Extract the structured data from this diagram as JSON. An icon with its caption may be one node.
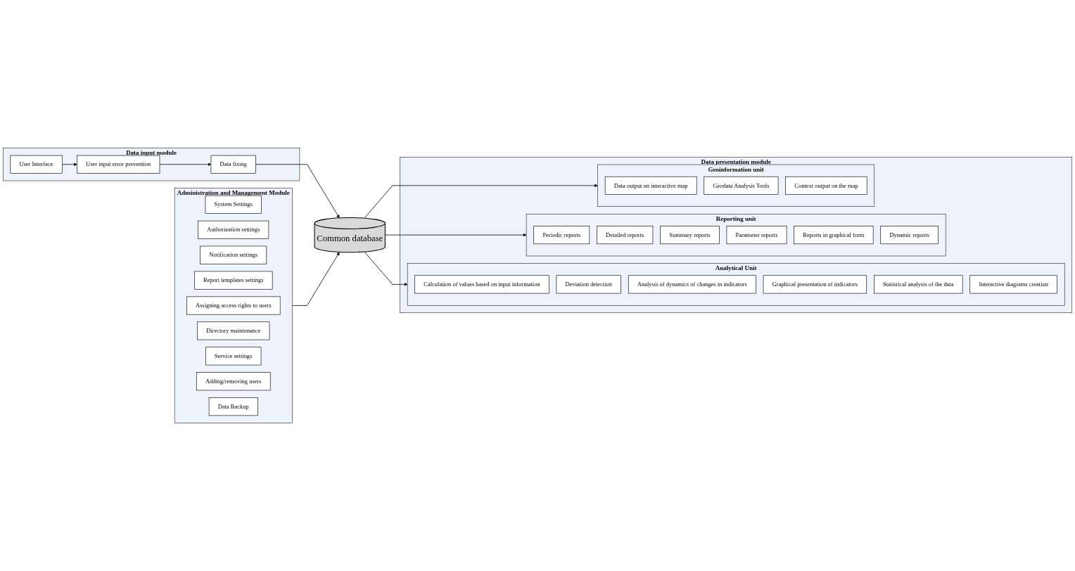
{
  "diagram": {
    "nodes": [
      {
        "text": [
          "Administration and Management Module"
        ]
      },
      {
        "text": [
          "System Settings"
        ],
        "in": 0
      },
      {
        "text": [
          "Authorization settings"
        ],
        "in": 0
      },
      {
        "text": [
          "Notification settings"
        ],
        "in": 0
      },
      {
        "text": [
          "Report templates settings"
        ],
        "in": 0
      },
      {
        "text": [
          "Assigning access rights to users"
        ],
        "in": 0
      },
      {
        "text": [
          "Directory maintenance"
        ],
        "in": 0
      },
      {
        "text": [
          "Service settings"
        ],
        "in": 0
      },
      {
        "text": [
          "Adding/removing users"
        ],
        "in": 0
      },
      {
        "text": [
          "Data Backup"
        ],
        "in": 0
      },
      {
        "text": [
          "Data input module"
        ]
      },
      {
        "text": [
          "User Interface"
        ],
        "in": 10
      },
      {
        "text": [
          "User input error prevention"
        ],
        "in": 10
      },
      {
        "text": [
          "Data fixing"
        ],
        "in": 10
      },
      {
        "text": [
          "Common database"
        ]
      },
      {
        "text": [
          "Data presentation module"
        ]
      },
      {
        "text": [
          "Analytical Unit"
        ],
        "in": 15
      },
      {
        "text": [
          "Calculation of values based on input information"
        ],
        "in": 16
      },
      {
        "text": [
          "Deviation detection"
        ],
        "in": 16
      },
      {
        "text": [
          "Analysis of dynamics of changes in indicators"
        ],
        "in": 16
      },
      {
        "text": [
          "Graphical presentation of indicators"
        ],
        "in": 16
      },
      {
        "text": [
          "Statistical analysis of the data"
        ],
        "in": 16
      },
      {
        "text": [
          "Interactive diagrams creation"
        ],
        "in": 16
      },
      {
        "text": [
          "Reporting unit"
        ],
        "in": 15
      },
      {
        "text": [
          "Periodic reports"
        ],
        "in": 23
      },
      {
        "text": [
          "Detailed reports"
        ],
        "in": 23
      },
      {
        "text": [
          "Summary reports"
        ],
        "in": 23
      },
      {
        "text": [
          "Parameter reports"
        ],
        "in": 23
      },
      {
        "text": [
          "Reports in graphical form"
        ],
        "in": 23
      },
      {
        "text": [
          "Dynamic reports"
        ],
        "in": 23
      },
      {
        "text": [
          "Geoinformation unit"
        ],
        "in": 15
      },
      {
        "text": [
          "Data output on interactive map"
        ],
        "in": 30
      },
      {
        "text": [
          "Geodata Analysis Tools"
        ],
        "in": 30
      },
      {
        "text": [
          "Context output on the map"
        ],
        "in": 30
      }
    ],
    "edges": [
      {
        "from": 0,
        "to": 14,
        "arrow": "to"
      },
      {
        "from": 11,
        "to": 12,
        "arrow": "to"
      },
      {
        "from": 12,
        "to": 13,
        "arrow": "to"
      },
      {
        "from": 13,
        "to": 14,
        "arrow": "to"
      },
      {
        "from": 14,
        "to": 16,
        "arrow": "to"
      },
      {
        "from": 14,
        "to": 23,
        "arrow": "to"
      },
      {
        "from": 14,
        "to": 30,
        "arrow": "to"
      }
    ]
  }
}
